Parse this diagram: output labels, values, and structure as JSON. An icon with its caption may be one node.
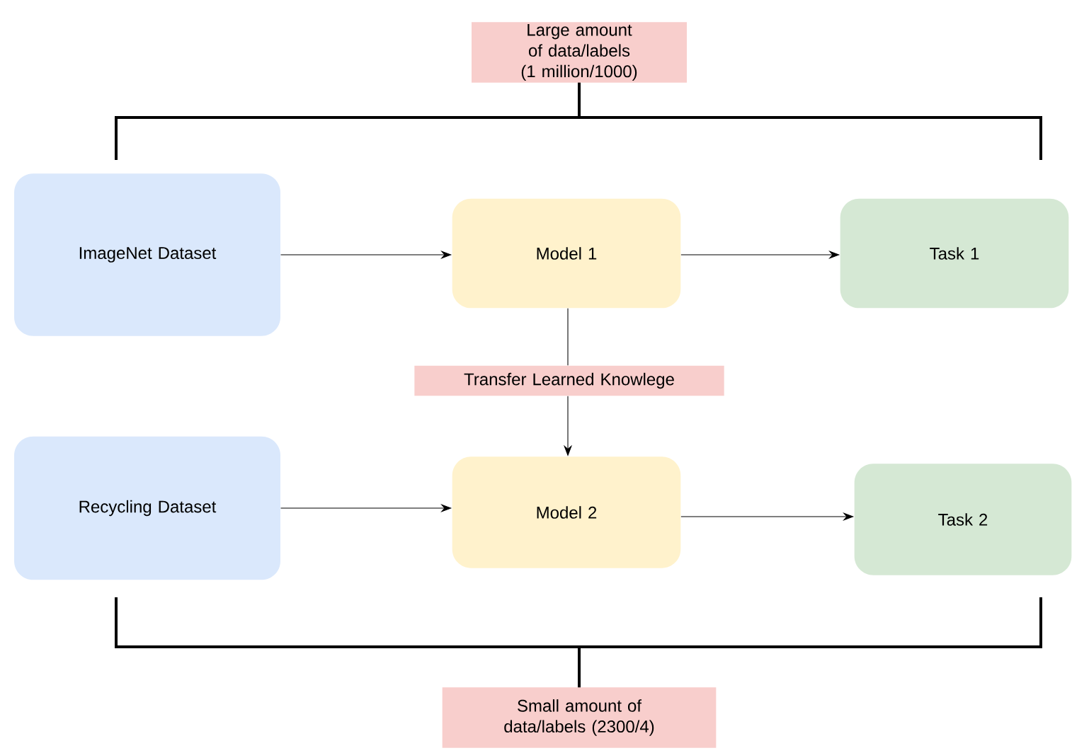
{
  "diagram": {
    "nodes": [
      {
        "text": [
          "Large amount of data/labels (1 million/1000)"
        ]
      },
      {
        "text": [
          "ImageNet Dataset"
        ]
      },
      {
        "text": [
          "Model 1"
        ]
      },
      {
        "text": [
          "Task 1"
        ]
      },
      {
        "text": [
          "Transfer Learned Knowlege"
        ]
      },
      {
        "text": [
          "Recycling Dataset"
        ]
      },
      {
        "text": [
          "Model 2"
        ]
      },
      {
        "text": [
          "Task 2"
        ]
      },
      {
        "text": [
          "Small amount of data/labels (2300/4)"
        ]
      }
    ],
    "edges": [
      {
        "from": 1,
        "to": 2,
        "arrow": "to"
      },
      {
        "from": 2,
        "to": 3,
        "arrow": "to"
      },
      {
        "from": 2,
        "to": 4,
        "arrow": "none"
      },
      {
        "from": 4,
        "to": 6,
        "arrow": "to"
      },
      {
        "from": 5,
        "to": 6,
        "arrow": "to"
      },
      {
        "from": 6,
        "to": 7,
        "arrow": "to"
      }
    ]
  }
}
